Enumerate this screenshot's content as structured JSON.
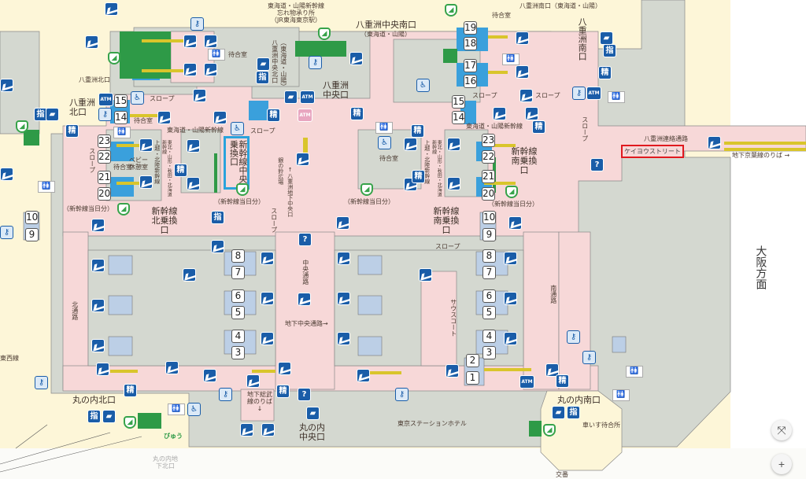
{
  "map": {
    "colors": {
      "concourse": "#f7d8d8",
      "building": "#d4d8d0",
      "outside": "#fdf6d8",
      "icon": "#1a5da8",
      "platform": "#bccfe6",
      "highlight": "#e0191f"
    },
    "labels": {
      "lost_found": "東海道・山陽新幹線\n忘れ物承り所\n（JR東海東京駅）",
      "yaesu_central_south": "八重洲中央南口",
      "tokaido_sanyo": "（東海道・山陽）",
      "yaesu_south_top": "八重洲南口（東海道・山陽）",
      "yaesu_south": "八重洲南口",
      "yaesu_north_sub": "八重洲北口",
      "yaesu_north": "八重洲北口",
      "yaesu_central_north": "八重洲中央北口",
      "yaesu_central_north_sub": "（東海道・山陽）",
      "yaesu_central": "八重洲中央口",
      "waiting_room": "待合室",
      "slope": "スロープ",
      "shinkansen_tokaido": "東海道・山陽新幹線",
      "chuo_transfer": "新幹線中央乗換口",
      "gin_no_suzu": "銀の鈴広場",
      "yaesu_underground_central": "↑八重洲地下中央口",
      "joetsu": "上越・北陸新幹線",
      "tohoku": "東北・山形・秋田・北海道新幹線",
      "baby_room": "ベビー休憩室",
      "north_transfer": "新幹線北乗換口",
      "south_transfer": "新幹線南乗換口",
      "same_day": "（新幹線当日分）",
      "yaesu_passage": "八重洲連絡通路",
      "keiyo_street": "ケイヨウストリート",
      "keiyo_line": "地下京葉線のりば →",
      "osaka": "大阪方面",
      "north_passage": "北通路",
      "central_passage": "中央通路",
      "underground_central_passage": "地下中央通路→",
      "south_court": "サウスコート",
      "south_passage": "南通路",
      "tozai": "東西線",
      "marunouchi_north": "丸の内北口",
      "sobu_line": "地下総武線のりば↓",
      "marunouchi_central": "丸の内中央口",
      "station_hotel": "東京ステーションホテル",
      "marunouchi_south": "丸の内南口",
      "wheelchair_waiting": "車いす待合所",
      "koban": "交番",
      "marunouchi_underground_north": "丸の内地下北口",
      "view": "びゅう"
    },
    "platforms": [
      "1",
      "2",
      "3",
      "4",
      "5",
      "6",
      "7",
      "8",
      "9",
      "10",
      "14",
      "15",
      "16",
      "17",
      "18",
      "19",
      "20",
      "21",
      "22",
      "23"
    ],
    "icon_text": {
      "fare": "精",
      "reserved": "指",
      "atm": "ATM",
      "info": "?",
      "locker": "⚷",
      "elevator": "♿",
      "toilet": "🚻",
      "ticket": "▰",
      "green": "◢"
    }
  },
  "controls": {
    "fit": "⤧",
    "zoom_in": "+"
  }
}
